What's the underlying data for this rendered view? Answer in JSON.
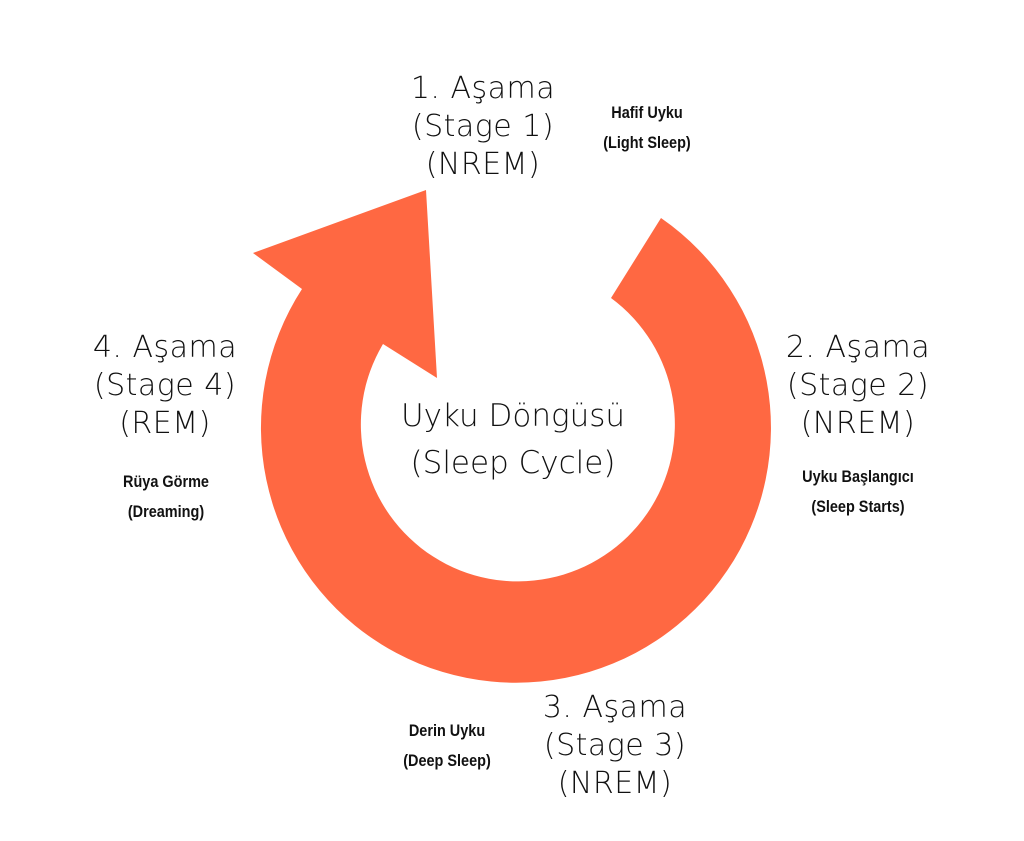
{
  "colors": {
    "arrow": "#FF6842",
    "text": "#111111"
  },
  "center": {
    "line1": "Uyku Döngüsü",
    "line2": "(Sleep Cycle)"
  },
  "stages": [
    {
      "title": "1. Aşama",
      "stage": "(Stage 1)",
      "type": "(NREM)",
      "desc1": "Hafif Uyku",
      "desc2": "(Light Sleep)"
    },
    {
      "title": "2. Aşama",
      "stage": "(Stage 2)",
      "type": "(NREM)",
      "desc1": "Uyku Başlangıcı",
      "desc2": "(Sleep Starts)"
    },
    {
      "title": "3. Aşama",
      "stage": "(Stage 3)",
      "type": "(NREM)",
      "desc1": "Derin Uyku",
      "desc2": "(Deep Sleep)"
    },
    {
      "title": "4. Aşama",
      "stage": "(Stage 4)",
      "type": "(REM)",
      "desc1": "Rüya Görme",
      "desc2": "(Dreaming)"
    }
  ]
}
